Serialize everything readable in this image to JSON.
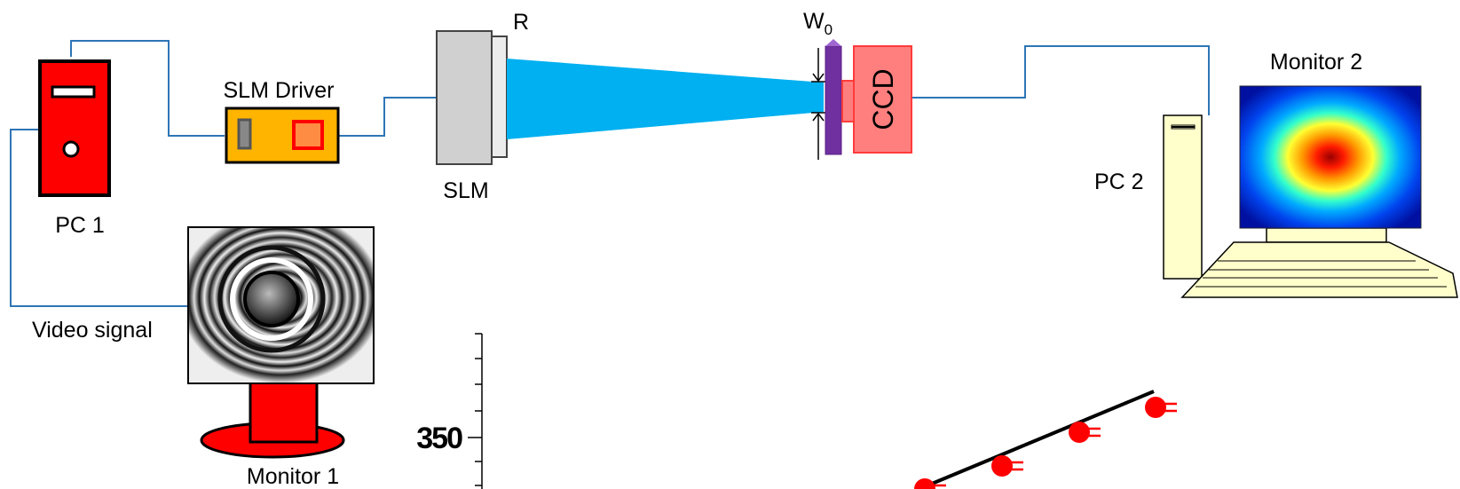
{
  "labels": {
    "pc1": "PC 1",
    "slm_driver": "SLM Driver",
    "slm": "SLM",
    "r": "R",
    "w0_main": "W",
    "w0_sub": "0",
    "ccd": "CCD",
    "pc2": "PC 2",
    "monitor1": "Monitor 1",
    "monitor2": "Monitor 2",
    "video_signal": "Video signal"
  },
  "inset_plot": {
    "ytick_label": "350",
    "marker_color": "#ff0000",
    "fit_line_color": "#000000"
  },
  "colors": {
    "pc1": "#ff0000",
    "slm_driver": "#ffb400",
    "beam": "#00b0f0",
    "ccd": "#ff7f7f",
    "plate": "#7030a0",
    "wire": "#2e75b6",
    "pc2": "#ffffcc"
  }
}
